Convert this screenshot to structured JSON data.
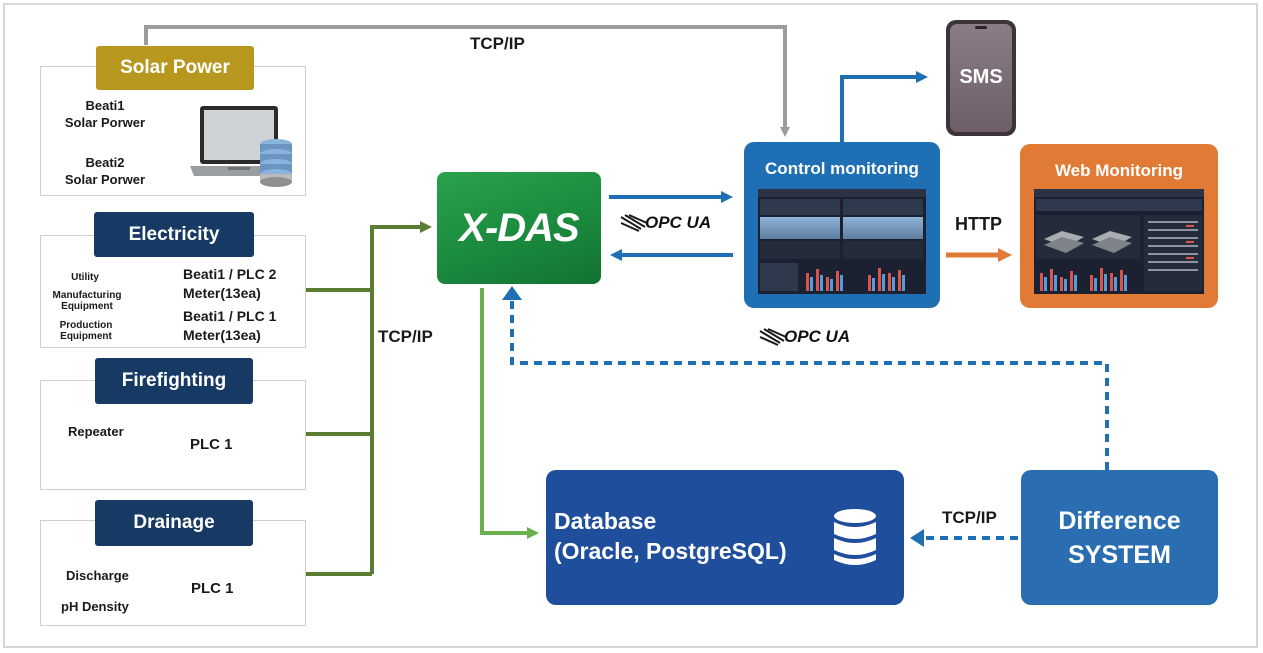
{
  "labels": {
    "tcpip_top": "TCP/IP",
    "tcpip_left": "TCP/IP",
    "tcpip_db": "TCP/IP",
    "http": "HTTP",
    "opcua_1": "OPC UA",
    "opcua_2": "OPC UA"
  },
  "solar": {
    "title": "Solar Power",
    "item1": [
      "Beati1",
      "Solar Porwer"
    ],
    "item2": [
      "Beati2",
      "Solar Porwer"
    ]
  },
  "electricity": {
    "title": "Electricity",
    "sources": [
      "Utility",
      "Manufacturing Equipment",
      "Production Equipment"
    ],
    "meter1": [
      "Beati1 / PLC 2",
      "Meter(13ea)"
    ],
    "meter2": [
      "Beati1 / PLC 1",
      "Meter(13ea)"
    ]
  },
  "firefighting": {
    "title": "Firefighting",
    "source": "Repeater",
    "plc": "PLC 1"
  },
  "drainage": {
    "title": "Drainage",
    "sources": [
      "Discharge",
      "pH Density"
    ],
    "plc": "PLC 1"
  },
  "xdas": {
    "logo": "X-DAS"
  },
  "control": {
    "title": "Control monitoring"
  },
  "web": {
    "title": "Web Monitoring"
  },
  "sms": {
    "label": "SMS"
  },
  "database": {
    "line1": "Database",
    "line2": "(Oracle, PostgreSQL)"
  },
  "difference": {
    "line1": "Difference",
    "line2": "SYSTEM"
  },
  "colors": {
    "navy": "#163a63",
    "gold": "#b8971e",
    "xdas_green": "#1b8a3e",
    "control_blue": "#1f6fb4",
    "web_orange": "#e07a35",
    "database_blue": "#1f4e9c",
    "difference_blue": "#2a6db1",
    "line_green": "#5a7d32",
    "line_lightgreen": "#6ab04c",
    "line_blue": "#1f6fb4",
    "line_gray": "#9c9c9c"
  }
}
